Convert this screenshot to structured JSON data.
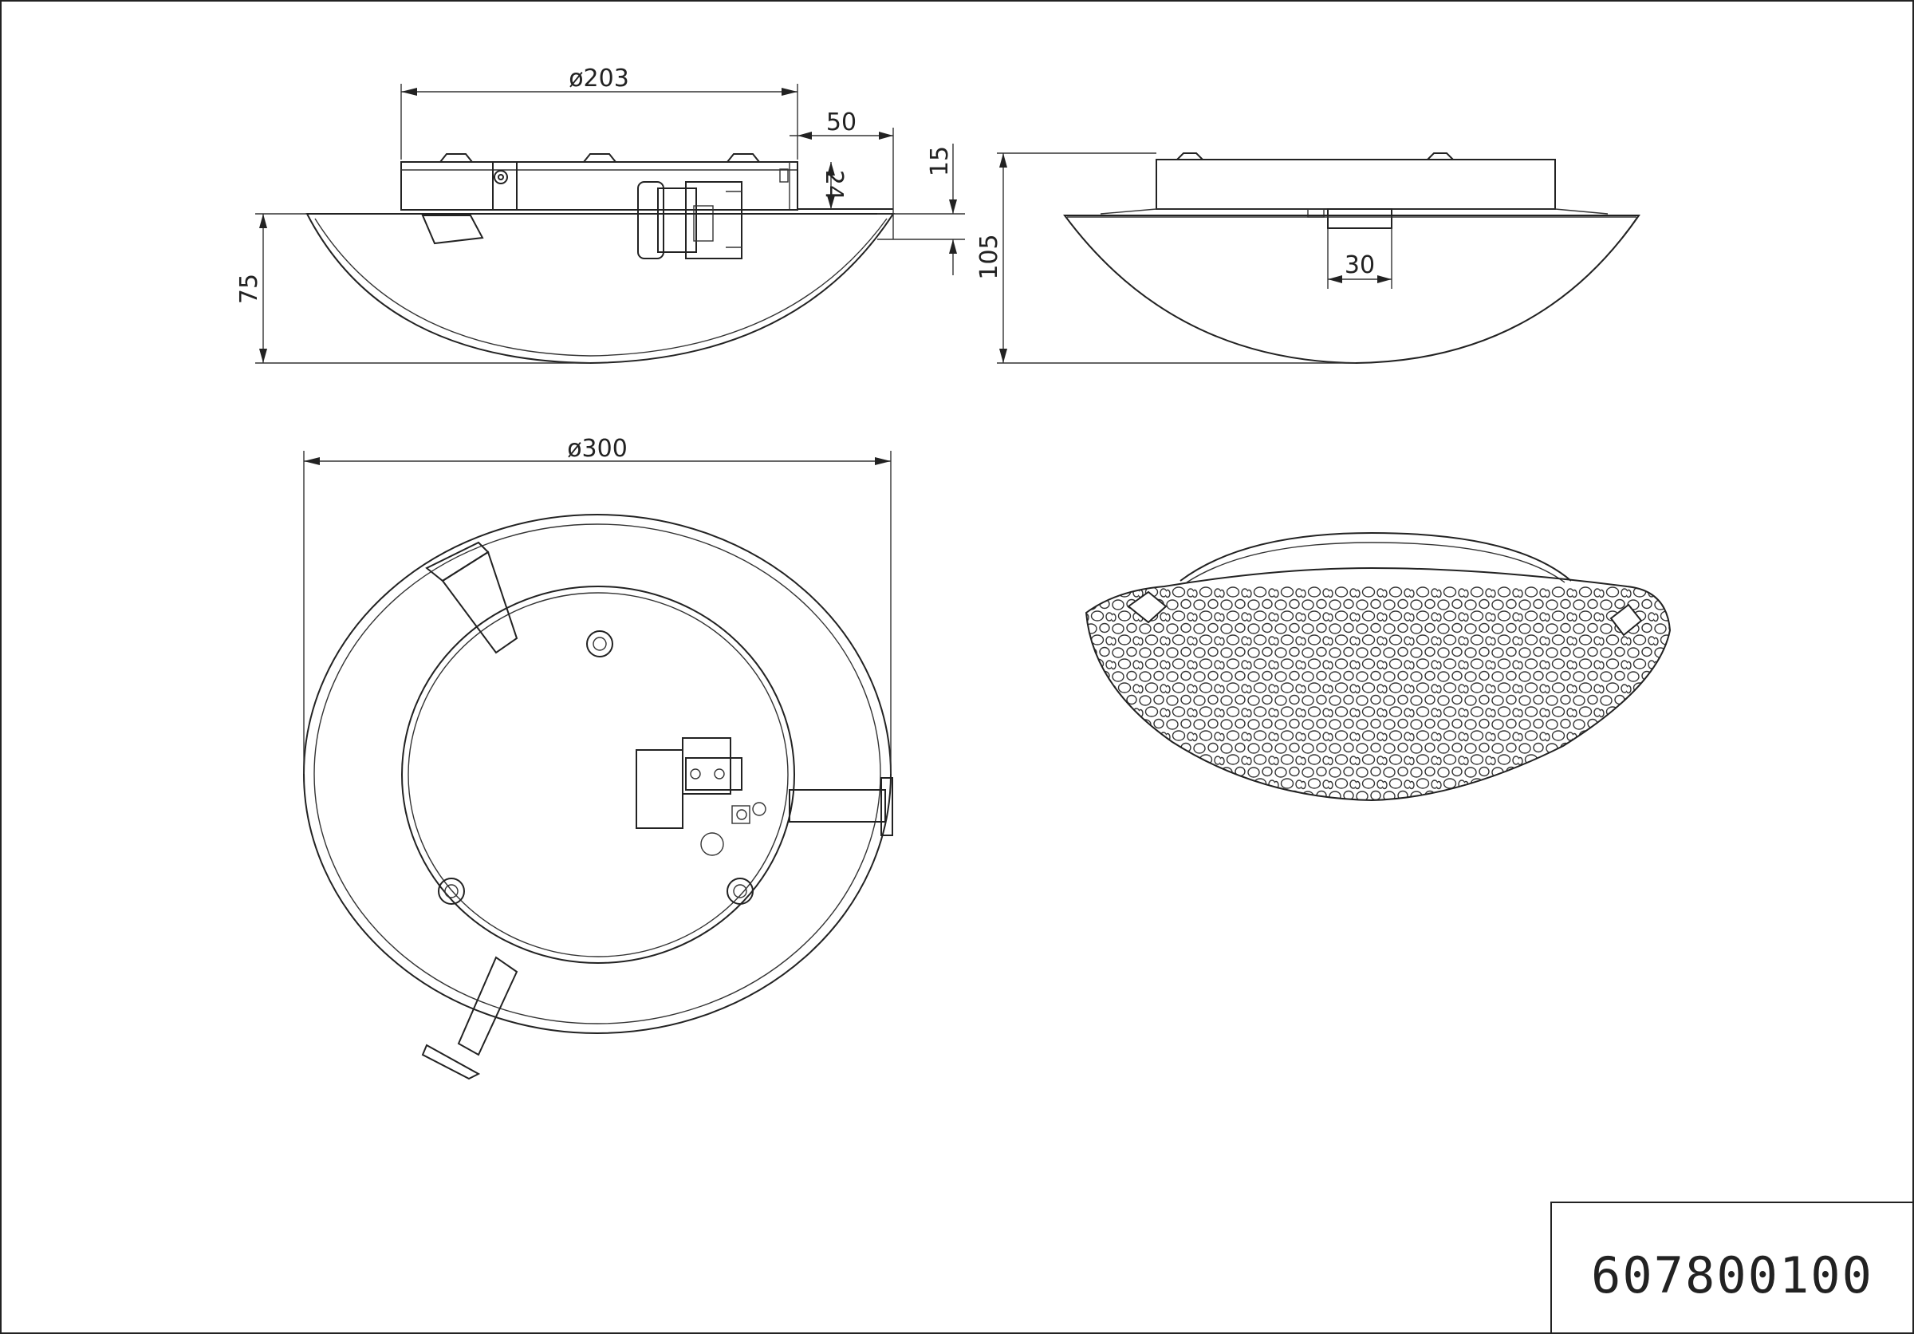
{
  "drawing": {
    "part_number": "607800100",
    "dimensions": {
      "side_diameter": "ø203",
      "bracket_offset": "50",
      "bracket_height": "24",
      "canopy_gap": "15",
      "total_height": "105",
      "shade_height": "75",
      "knob_width": "30",
      "shade_diameter": "ø300"
    }
  }
}
